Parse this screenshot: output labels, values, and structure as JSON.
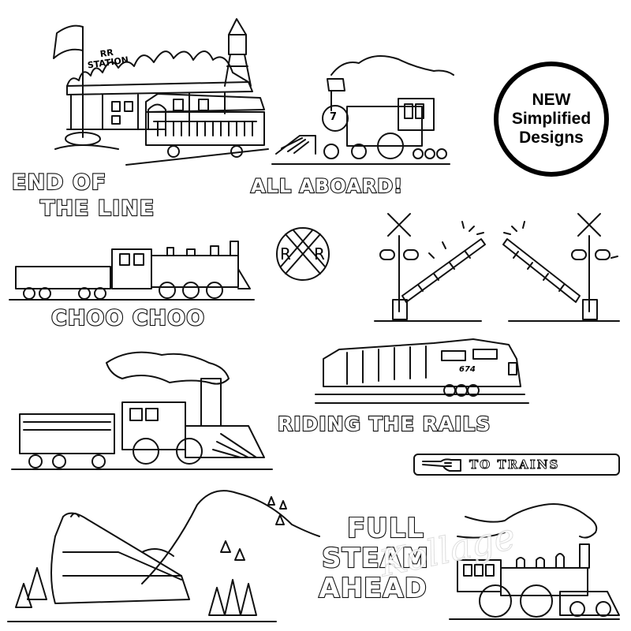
{
  "badge": {
    "line1": "NEW",
    "line2": "Simplified",
    "line3": "Designs"
  },
  "stamps": {
    "end_of_the_line": {
      "line1": "END OF",
      "line2": "THE LINE"
    },
    "all_aboard": "ALL ABOARD!",
    "choo_choo": "CHOO CHOO",
    "riding_the_rails": "RIDING THE RAILS",
    "to_trains": "TO TRAINS",
    "full_steam_ahead": {
      "line1": "FULL",
      "line2": "STEAM",
      "line3": "AHEAD"
    },
    "station_sign": {
      "line1": "RR",
      "line2": "STATION"
    },
    "engine_number": "7",
    "diesel_number": "674",
    "crossing_sign": {
      "left": "R",
      "right": "R"
    }
  },
  "watermark": "Kollage",
  "colors": {
    "ink": "#111111",
    "background": "#ffffff"
  }
}
